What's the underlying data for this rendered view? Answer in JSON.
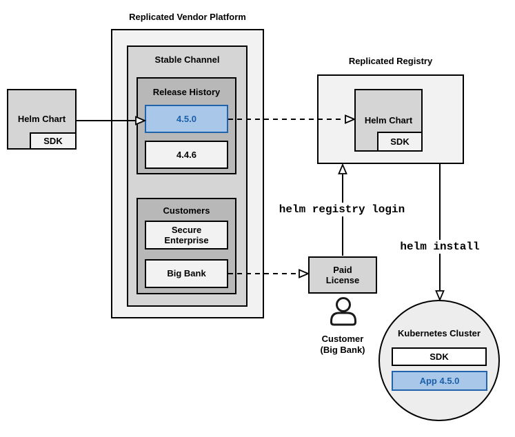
{
  "colors": {
    "accent_blue_fill": "#a9c7e8",
    "accent_blue_border": "#1e63ab",
    "accent_blue_text": "#1a5fa8",
    "box_light_gray": "#f2f2f2",
    "box_medium_gray": "#d5d5d5",
    "box_dark_gray": "#b8b8b8",
    "cluster_gray": "#ededed",
    "line_black": "#000000"
  },
  "platform": {
    "title": "Replicated Vendor Platform",
    "stable_channel": "Stable Channel",
    "release_history": "Release History",
    "releases": [
      {
        "version": "4.5.0",
        "highlighted": true
      },
      {
        "version": "4.4.6",
        "highlighted": false
      }
    ],
    "customers": "Customers",
    "customer_boxes": [
      {
        "name": "Secure\nEnterprise"
      },
      {
        "name": "Big Bank"
      }
    ]
  },
  "vendor_helm_chart": {
    "label": "Helm Chart",
    "sdk": "SDK"
  },
  "registry": {
    "title": "Replicated Registry",
    "helm_chart": "Helm Chart",
    "sdk": "SDK"
  },
  "paid_license": {
    "label": "Paid\nLicense"
  },
  "customer_actor": {
    "label": "Customer\n(Big Bank)"
  },
  "commands": {
    "registry_login": "helm registry login",
    "install": "helm install"
  },
  "cluster": {
    "title": "Kubernetes Cluster",
    "sdk": "SDK",
    "app": "App 4.5.0"
  }
}
